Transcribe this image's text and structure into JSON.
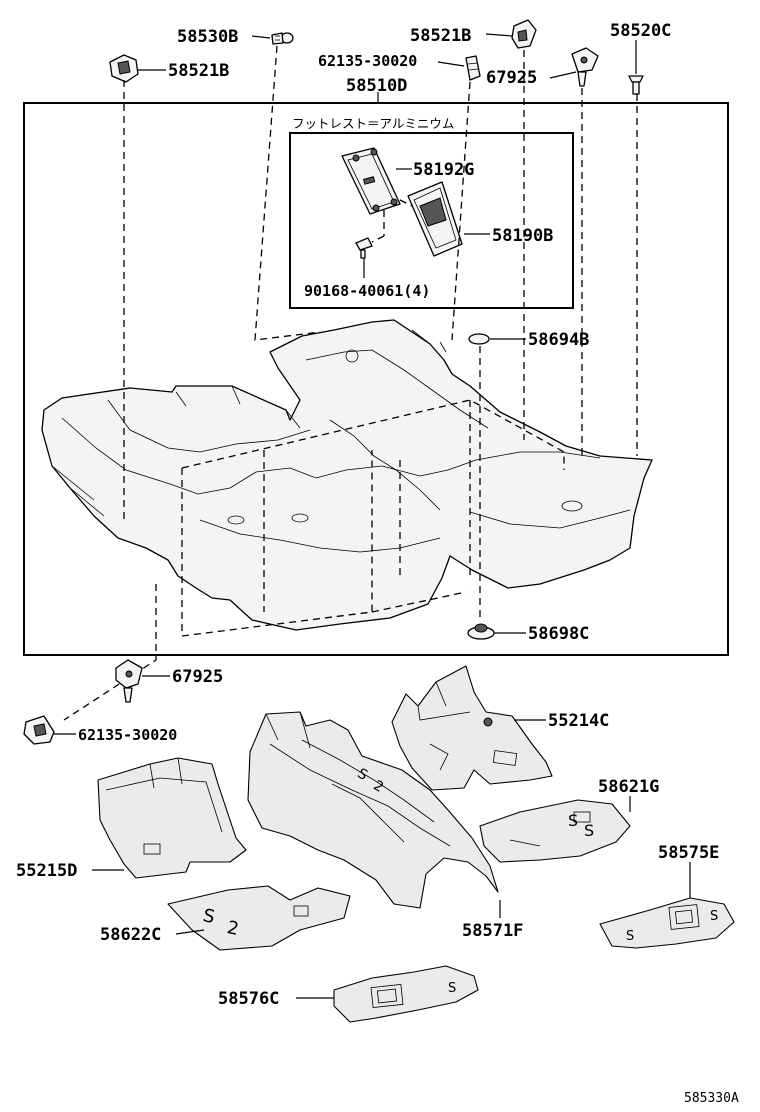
{
  "labels": {
    "p58530B": "58530B",
    "p58521B_top": "58521B",
    "p58520C": "58520C",
    "p58521B_left": "58521B",
    "p62135_top": "62135-30020",
    "p67925_top": "67925",
    "p58510D": "58510D",
    "footrest_note": "フットレスト＝アルミニウム",
    "p58192G": "58192G",
    "p58190B": "58190B",
    "p90168": "90168-40061(4)",
    "p58694B": "58694B",
    "p58698C": "58698C",
    "p67925_bottom": "67925",
    "p62135_bottom": "62135-30020",
    "p55214C": "55214C",
    "p58621G": "58621G",
    "p55215D": "55215D",
    "p58575E": "58575E",
    "p58622C": "58622C",
    "p58571F": "58571F",
    "p58576C": "58576C",
    "diagram_code": "585330A"
  }
}
